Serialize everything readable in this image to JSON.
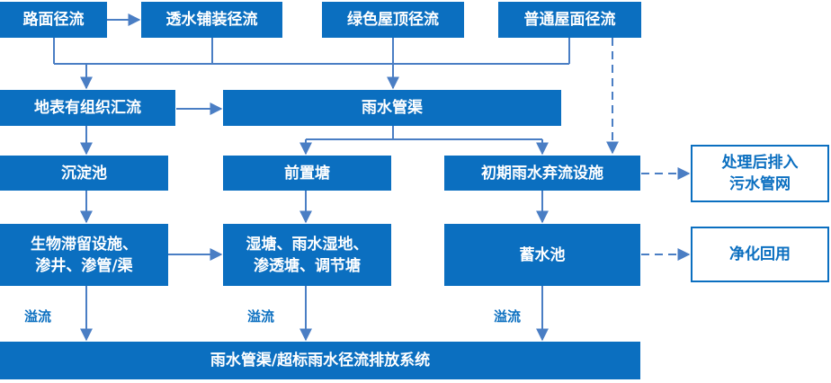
{
  "colors": {
    "box_fill": "#0b6fc0",
    "box_text": "#ffffff",
    "outline": "#0b6fc0",
    "connector": "#4a7ec4"
  },
  "nodes": {
    "road_runoff": "路面径流",
    "permeable_pavement_runoff": "透水铺装径流",
    "green_roof_runoff": "绿色屋顶径流",
    "ordinary_roof_runoff": "普通屋面径流",
    "surface_collection": "地表有组织汇流",
    "rain_channel": "雨水管渠",
    "sedimentation_tank": "沉淀池",
    "forebay": "前置塘",
    "first_flush": "初期雨水弃流设施",
    "to_sewer": [
      "处理后排入",
      "污水管网"
    ],
    "bioretention": [
      "生物滞留设施、",
      "渗井、渗管/渠"
    ],
    "wetlands": [
      "湿塘、雨水湿地、",
      "渗透塘、调节塘"
    ],
    "storage_tank": "蓄水池",
    "reuse": "净化回用",
    "discharge_system": "雨水管渠/超标雨水径流排放系统"
  },
  "labels": {
    "overflow_1": "溢流",
    "overflow_2": "溢流",
    "overflow_3": "溢流"
  }
}
